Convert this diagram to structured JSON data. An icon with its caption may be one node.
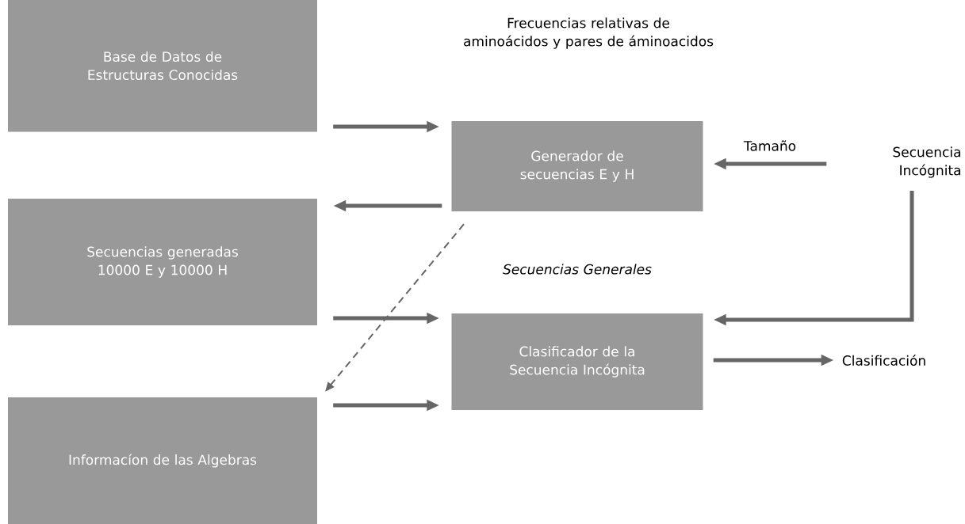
{
  "diagram": {
    "nodes": [
      {
        "text": [
          "Base de Datos de Estructuras Conocidas"
        ]
      },
      {
        "text": [
          "Generador de secuencias E y H"
        ]
      },
      {
        "text": [
          "Secuencias generadas 10000 E y 10000 H"
        ]
      },
      {
        "text": [
          "Clasificador de la Secuencia Incógnita"
        ]
      },
      {
        "text": [
          "Informacíon de las Algebras"
        ]
      },
      {
        "text": [
          "Secuencia Incógnita"
        ]
      },
      {
        "text": [
          "Clasificación"
        ]
      }
    ],
    "edges": [
      {
        "from": 0,
        "to": 1,
        "arrow": "to"
      },
      {
        "from": 1,
        "to": 2,
        "arrow": "to"
      },
      {
        "from": 2,
        "to": 3,
        "arrow": "to"
      },
      {
        "from": 4,
        "to": 3,
        "arrow": "to"
      },
      {
        "from": 1,
        "to": 4,
        "arrow": "to",
        "style": "dashed"
      },
      {
        "from": 5,
        "to": 1,
        "arrow": "to",
        "label": "Tamaño"
      },
      {
        "from": 5,
        "to": 3,
        "arrow": "to"
      },
      {
        "from": 3,
        "to": 6,
        "arrow": "to"
      }
    ],
    "labels": [
      "Frecuencias relativas de aminoácidos y pares de áminoacidos",
      "Secuencias Generales"
    ]
  }
}
